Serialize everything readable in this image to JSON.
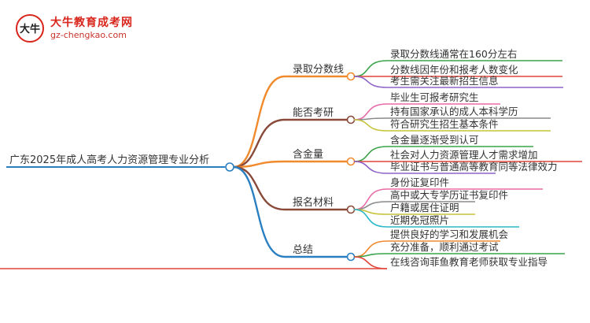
{
  "logo": {
    "name": "大牛教育成考网",
    "url": "gz-chengkao.com",
    "mark_char": "大牛"
  },
  "root": "广东2025年成人高考人力资源管理专业分析",
  "branches": [
    {
      "label": "录取分数线",
      "color": "#f08a2c",
      "leaves": [
        {
          "text": "录取分数线通常在160分左右",
          "color": "#3aa34a"
        },
        {
          "text": "分数线因年份和报考人数变化",
          "color": "#e0453a"
        },
        {
          "text": "考生需关注最新招生信息",
          "color": "#8e63c7"
        }
      ]
    },
    {
      "label": "能否考研",
      "color": "#8a4a3a",
      "leaves": [
        {
          "text": "毕业生可报考研究生",
          "color": "#e86aa8"
        },
        {
          "text": "持有国家承认的成人本科学历",
          "color": "#8a8a8a"
        },
        {
          "text": "符合研究生招生基本条件",
          "color": "#c7c43a"
        }
      ]
    },
    {
      "label": "含金量",
      "color": "#f08a2c",
      "leaves": [
        {
          "text": "含金量逐渐受到认可",
          "color": "#3aa34a"
        },
        {
          "text": "社会对人力资源管理人才需求增加",
          "color": "#e0453a"
        },
        {
          "text": "毕业证书与普通高等教育同等法律效力",
          "color": "#8e63c7"
        }
      ]
    },
    {
      "label": "报名材料",
      "color": "#8a4a3a",
      "leaves": [
        {
          "text": "身份证复印件",
          "color": "#e86aa8"
        },
        {
          "text": "高中或大专学历证书复印件",
          "color": "#8a8a8a"
        },
        {
          "text": "户籍或居住证明",
          "color": "#c7c43a"
        },
        {
          "text": "近期免冠照片",
          "color": "#2ab7c9"
        }
      ]
    },
    {
      "label": "总结",
      "color": "#2a7fc1",
      "leaves": [
        {
          "text": "提供良好的学习和发展机会",
          "color": "#f08a2c"
        },
        {
          "text": "充分准备，顺利通过考试",
          "color": "#3aa34a"
        },
        {
          "text": "在线咨询菲鱼教育老师获取专业指导",
          "color": "#e0453a"
        }
      ]
    }
  ],
  "root_color": "#2a7fc1"
}
